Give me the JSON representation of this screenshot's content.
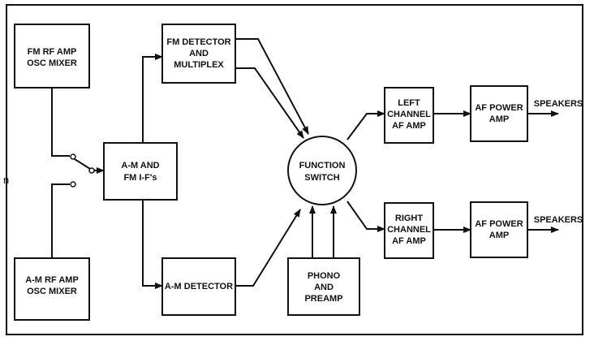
{
  "blocks": {
    "fm_rf": {
      "line1": "FM RF AMP",
      "line2": "OSC MIXER"
    },
    "am_rf": {
      "line1": "A-M RF AMP",
      "line2": "OSC MIXER"
    },
    "if_amp": {
      "line1": "A-M AND",
      "line2": "FM I-F's"
    },
    "fm_det": {
      "line1": "FM DETECTOR",
      "line2": "AND",
      "line3": "MULTIPLEX"
    },
    "am_det": {
      "line1": "A-M DETECTOR"
    },
    "func_sw": {
      "line1": "FUNCTION",
      "line2": "SWITCH"
    },
    "phono": {
      "line1": "PHONO",
      "line2": "AND",
      "line3": "PREAMP"
    },
    "left_af": {
      "line1": "LEFT",
      "line2": "CHANNEL",
      "line3": "AF AMP"
    },
    "right_af": {
      "line1": "RIGHT",
      "line2": "CHANNEL",
      "line3": "AF AMP"
    },
    "af_power_top": {
      "line1": "AF POWER",
      "line2": "AMP"
    },
    "af_power_bottom": {
      "line1": "AF POWER",
      "line2": "AMP"
    }
  },
  "outputs": {
    "speakers_top": "SPEAKERS",
    "speakers_bottom": "SPEAKERS"
  },
  "margin_mark": "n"
}
